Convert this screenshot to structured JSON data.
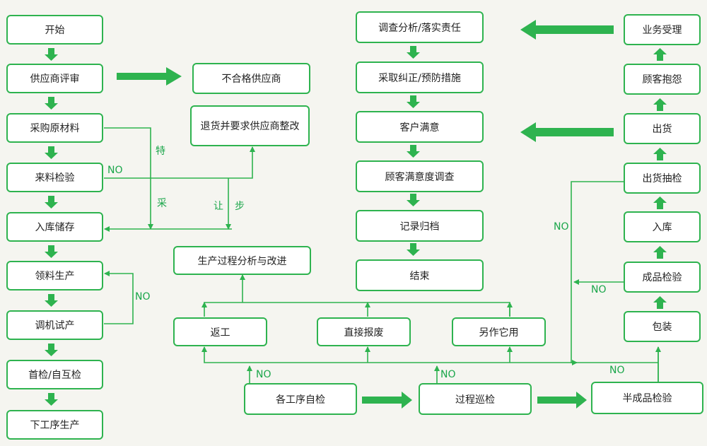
{
  "colors": {
    "line": "#2eb34f",
    "label": "#1aa64a",
    "node_border": "#2eb34f",
    "background": "#f5f5f0"
  },
  "nodes": {
    "start": "开始",
    "supplier_review": "供应商评审",
    "purchase_materials": "采购原材料",
    "incoming_inspection": "来料检验",
    "warehouse_storage": "入库储存",
    "material_production": "领料生产",
    "trial_production": "调机试产",
    "first_mutual_check": "首检/自互检",
    "next_process": "下工序生产",
    "unqualified_supplier": "不合格供应商",
    "return_rectify": "退货并要求供应商整改",
    "process_analysis": "生产过程分析与改进",
    "rework": "返工",
    "scrap": "直接报废",
    "other_use": "另作它用",
    "self_check": "各工序自检",
    "patrol_check": "过程巡检",
    "semi_inspection": "半成品检验",
    "investigation": "调查分析/落实责任",
    "corrective_action": "采取纠正/预防措施",
    "customer_satisfied": "客户满意",
    "satisfaction_survey": "顾客满意度调查",
    "record_archive": "记录归档",
    "end": "结束",
    "business_accept": "业务受理",
    "complaint": "顾客抱怨",
    "shipment": "出货",
    "shipment_sampling": "出货抽检",
    "storage_in": "入库",
    "finished_inspection": "成品检验",
    "packaging": "包装"
  },
  "labels": {
    "special": "特",
    "adopt": "采",
    "concession": "让",
    "step": "步",
    "no": "NO"
  }
}
